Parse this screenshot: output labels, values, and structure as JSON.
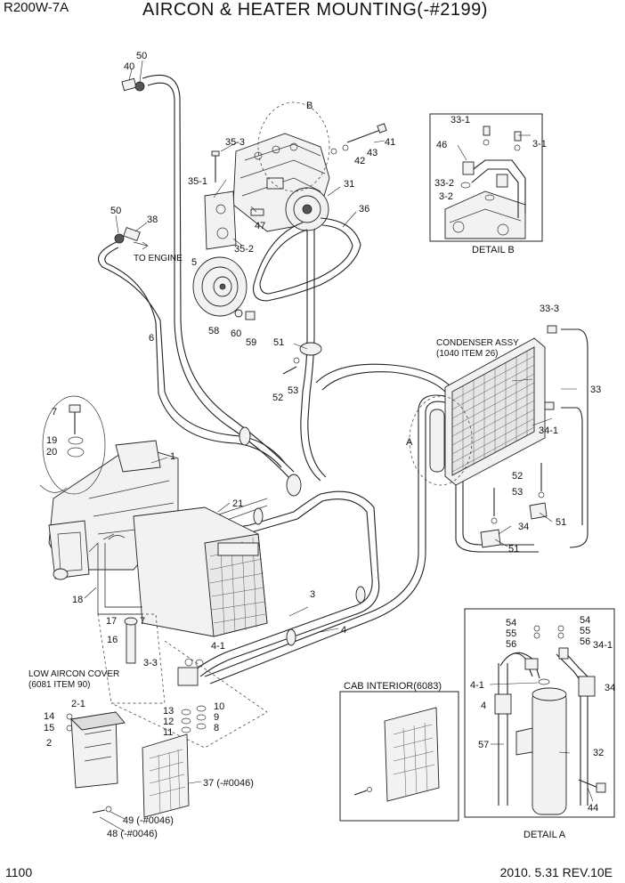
{
  "header": {
    "model": "R200W-7A",
    "title": "AIRCON & HEATER MOUNTING(-#2199)"
  },
  "footer": {
    "page": "1100",
    "revision": "2010. 5.31  REV.10E"
  },
  "captions": {
    "to_engine": "TO ENGINE",
    "condenser_1": "CONDENSER ASSY",
    "condenser_2": "(1040 ITEM 26)",
    "low_cover_1": "LOW AIRCON COVER",
    "low_cover_2": "(6081 ITEM 90)",
    "cab_interior": "CAB INTERIOR(6083)",
    "detail_a": "DETAIL A",
    "detail_b": "DETAIL B",
    "view_a": "A",
    "view_b": "B"
  },
  "labels": {
    "p40": "40",
    "p50a": "50",
    "p35_3": "35-3",
    "p35_1": "35-1",
    "p47": "47",
    "p35_2": "35-2",
    "p31": "31",
    "p36": "36",
    "p41": "41",
    "p42": "42",
    "p43": "43",
    "p50b": "50",
    "p38": "38",
    "p5": "5",
    "p6": "6",
    "p58": "58",
    "p60": "60",
    "p59": "59",
    "p51a": "51",
    "p52a": "52",
    "p53a": "53",
    "p7a": "7",
    "p19": "19",
    "p20": "20",
    "p1": "1",
    "p21": "21",
    "p18": "18",
    "p17": "17",
    "p16": "16",
    "p7b": "7",
    "p3": "3",
    "p4a": "4",
    "p4_1a": "4-1",
    "p3_3a": "3-3",
    "p13": "13",
    "p12": "12",
    "p11": "11",
    "p10": "10",
    "p9": "9",
    "p8": "8",
    "p2_1": "2-1",
    "p14": "14",
    "p15": "15",
    "p2": "2",
    "p37": "37 (-#0046)",
    "p49": "49 (-#0046)",
    "p48": "48 (-#0046)",
    "p33_3": "33-3",
    "p33": "33",
    "p34_1a": "34-1",
    "p52b": "52",
    "p53b": "53",
    "p51b": "51",
    "p34a": "34",
    "p51c": "51",
    "b33_1": "33-1",
    "b46": "46",
    "b3_1": "3-1",
    "b33_2": "33-2",
    "b3_2": "3-2",
    "a54a": "54",
    "a55a": "55",
    "a56a": "56",
    "a54b": "54",
    "a55b": "55",
    "a56b": "56",
    "a34_1": "34-1",
    "a4_1": "4-1",
    "a4": "4",
    "a34": "34",
    "a57": "57",
    "a32": "32",
    "a44": "44"
  }
}
